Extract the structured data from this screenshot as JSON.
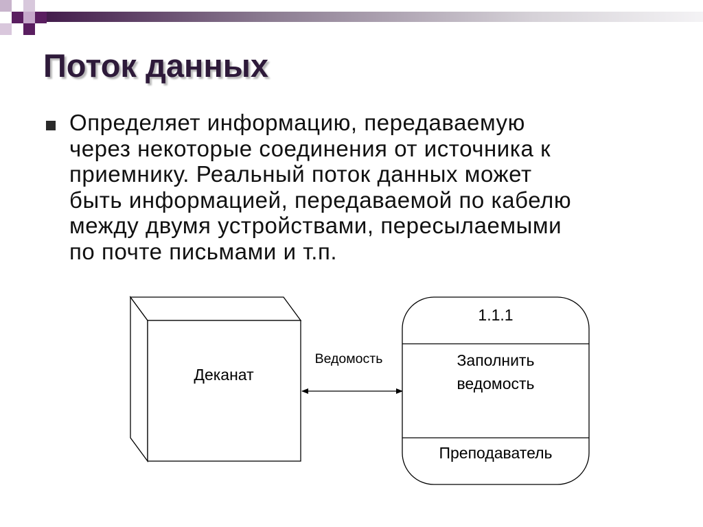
{
  "slide": {
    "title": "Поток данных",
    "body_lines": [
      "Определяет информацию, передаваемую",
      "через некоторые соединения от источника к",
      "приемнику. Реальный поток данных может",
      "быть информацией, передаваемой по кабелю",
      "между двумя устройствами, пересылаемыми",
      "по почте письмами и т.п."
    ],
    "accent_color": "#4a1a4f"
  },
  "diagram": {
    "external_entity": {
      "label": "Деканат"
    },
    "data_flow": {
      "label": "Ведомость",
      "direction": "bidirectional"
    },
    "process": {
      "id": "1.1.1",
      "name_lines": [
        "Заполнить",
        "ведомость"
      ],
      "performer": "Преподаватель"
    }
  }
}
